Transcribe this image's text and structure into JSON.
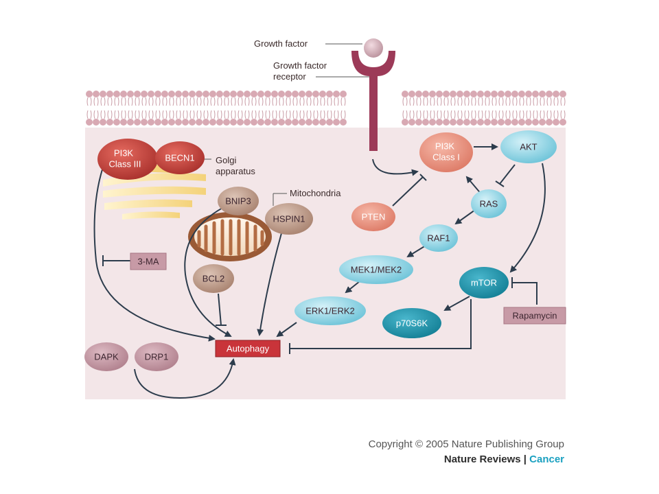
{
  "labels": {
    "growth_factor": "Growth factor",
    "receptor_line1": "Growth factor",
    "receptor_line2": "receptor",
    "golgi_line1": "Golgi",
    "golgi_line2": "apparatus",
    "mitochondria": "Mitochondria"
  },
  "nodes": {
    "pi3k3_line1": "PI3K",
    "pi3k3_line2": "Class III",
    "becn1": "BECN1",
    "bnip3": "BNIP3",
    "hspin1": "HSPIN1",
    "bcl2": "BCL2",
    "three_ma": "3-MA",
    "dapk": "DAPK",
    "drp1": "DRP1",
    "autophagy": "Autophagy",
    "pi3k1_line1": "PI3K",
    "pi3k1_line2": "Class I",
    "akt": "AKT",
    "pten": "PTEN",
    "ras": "RAS",
    "raf1": "RAF1",
    "mek": "MEK1/MEK2",
    "erk": "ERK1/ERK2",
    "mtor": "mTOR",
    "p70s6k": "p70S6K",
    "rapamycin": "Rapamycin"
  },
  "footer": {
    "copyright": "Copyright © 2005 Nature Publishing Group",
    "brand_main": "Nature Reviews",
    "brand_sep": " | ",
    "brand_accent": "Cancer"
  },
  "colors": {
    "cytoplasm": "#f3e6e8",
    "membrane_head": "#d8a9b3",
    "red_node": "#c8463f",
    "salmon_node": "#e8907d",
    "blue_node": "#8fd3e3",
    "teal_node": "#1f96ad",
    "mauve_node": "#c79aa6",
    "tan_node": "#bc9a88",
    "autophagy_box": "#c9343a",
    "arrow": "#2c3c4c"
  }
}
